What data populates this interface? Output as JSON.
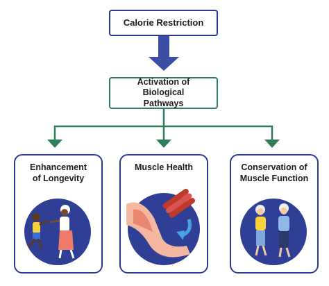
{
  "diagram": {
    "top_node": "Calorie Restriction",
    "middle_node": "Activation of Biological Pathways",
    "outcomes": [
      {
        "label": "Enhancement of Longevity",
        "icon": "family-playing-icon"
      },
      {
        "label": "Muscle Health",
        "icon": "arm-muscle-icon"
      },
      {
        "label": "Conservation of Muscle Function",
        "icon": "elderly-couple-jogging-icon"
      }
    ]
  },
  "colors": {
    "top_border": "#2b3990",
    "arrow_blue": "#3a4fa3",
    "green": "#2e7d5b",
    "circle": "#2e3f95"
  }
}
